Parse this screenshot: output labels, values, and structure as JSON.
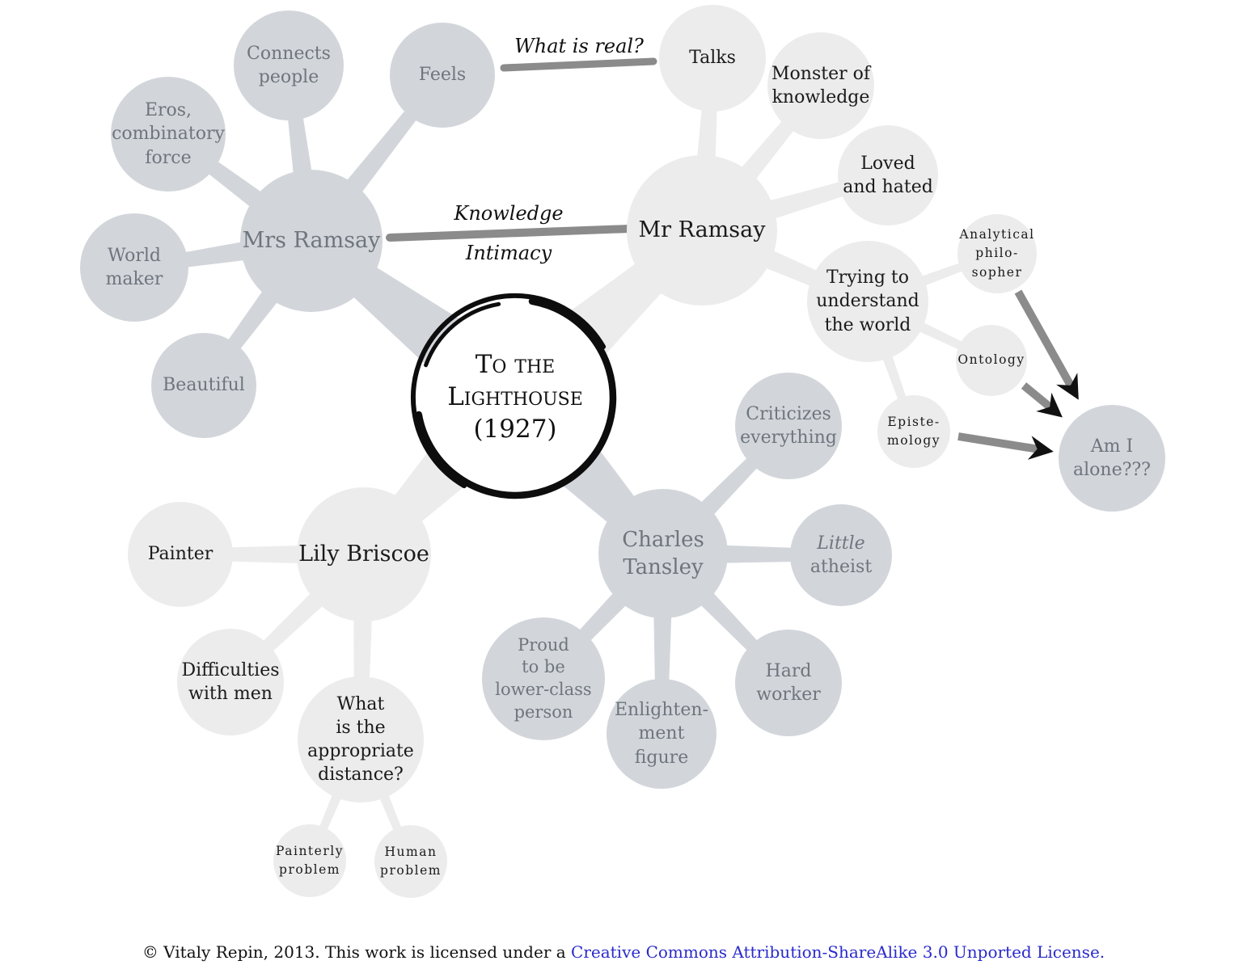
{
  "colors": {
    "branch_muted_blue": "#d2d6db",
    "branch_light_gray": "#ececec",
    "muted_text_gray": "#6f757d",
    "dark_text": "#1a1a1a",
    "connector_gray": "#8b8b8b",
    "arrowhead_black": "#111111",
    "center_ring_black": "#0d0d0d",
    "link_blue": "#2a2acc"
  },
  "center": {
    "label": "To the\nLighthouse\n(1927)"
  },
  "nodes": {
    "mrs_ramsay": "Mrs Ramsay",
    "connects_people": "Connects\npeople",
    "eros_combinatory_force": "Eros,\ncombinatory\nforce",
    "world_maker": "World\nmaker",
    "beautiful": "Beautiful",
    "feels": "Feels",
    "mr_ramsay": "Mr Ramsay",
    "talks": "Talks",
    "monster_of_knowledge": "Monster of\nknowledge",
    "loved_and_hated": "Loved\nand hated",
    "trying_to_understand": "Trying to\nunderstand\nthe world",
    "analytical_philosopher": "Analytical\nphilo-\nsopher",
    "ontology": "Ontology",
    "epistemology": "Episte-\nmology",
    "am_i_alone": "Am I\nalone???",
    "lily_briscoe": "Lily Briscoe",
    "painter": "Painter",
    "difficulties_with_men": "Difficulties\nwith men",
    "appropriate_distance": "What\nis the\nappropriate\ndistance?",
    "painterly_problem": "Painterly\nproblem",
    "human_problem": "Human\nproblem",
    "charles_tansley": "Charles\nTansley",
    "criticizes_everything": "Criticizes\neverything",
    "little_atheist": {
      "line1": "Little",
      "line2": "atheist"
    },
    "proud_lower_class": "Proud\nto be\nlower-class\nperson",
    "enlightenment_figure": "Enlighten-\nment\nfigure",
    "hard_worker": "Hard\nworker"
  },
  "edge_labels": {
    "what_is_real": "What is real?",
    "knowledge": "Knowledge",
    "intimacy": "Intimacy"
  },
  "footer": {
    "text": "© Vitaly Repin, 2013. This work is licensed under a ",
    "link_text": "Creative Commons Attribution-ShareAlike 3.0 Unported License."
  }
}
